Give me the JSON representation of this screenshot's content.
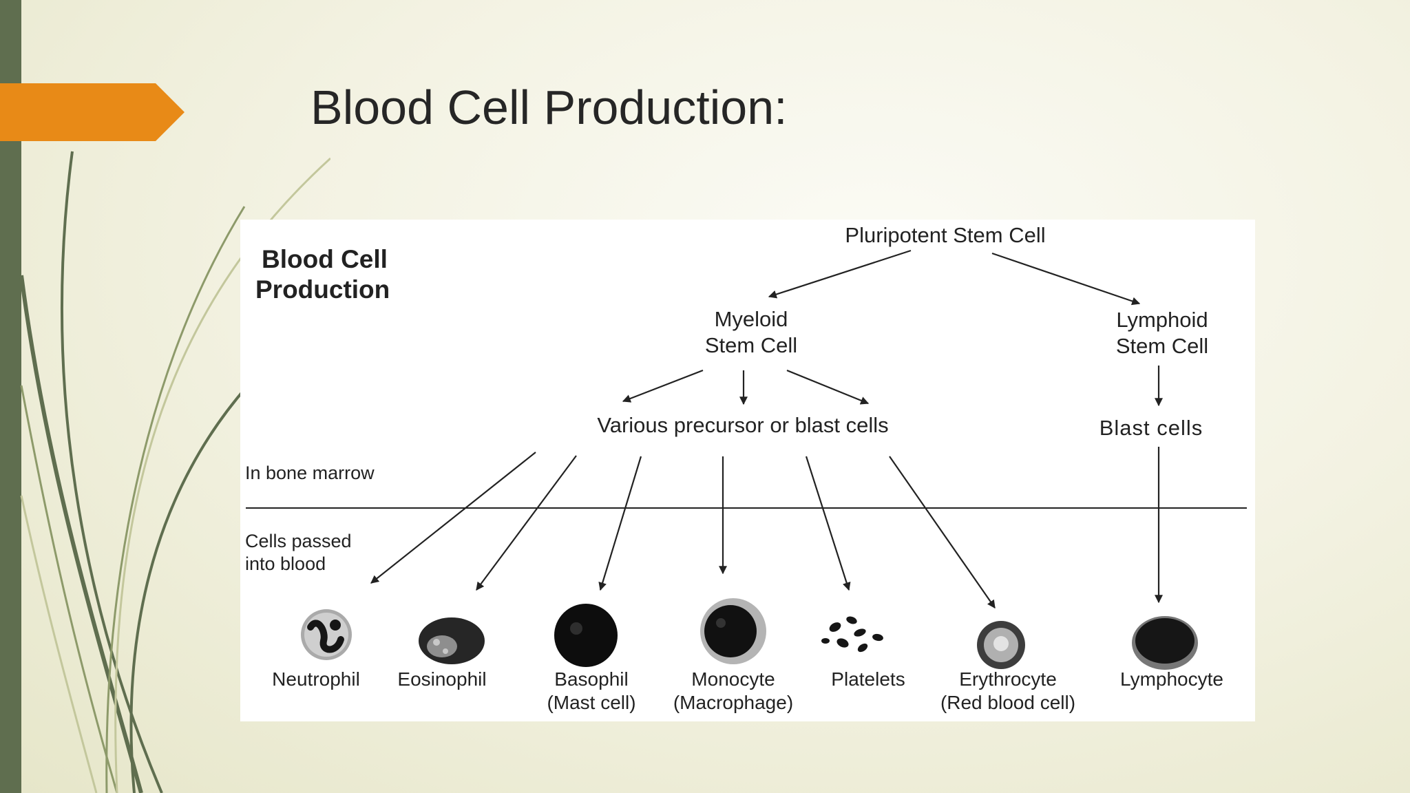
{
  "slide": {
    "title": "Blood Cell Production:"
  },
  "theme": {
    "sidebar_color": "#5f6e4f",
    "accent_arrow_color": "#e88a17",
    "stroke_colors": [
      "#5f6e4f",
      "#8d9a6a",
      "#c3c79c"
    ]
  },
  "diagram": {
    "heading_line1": "Blood Cell",
    "heading_line2": "Production",
    "root": "Pluripotent Stem Cell",
    "myeloid_line1": "Myeloid",
    "myeloid_line2": "Stem Cell",
    "lymphoid_line1": "Lymphoid",
    "lymphoid_line2": "Stem Cell",
    "myeloid_precursors": "Various precursor or blast cells",
    "lymphoid_precursors": "Blast cells",
    "zone_top": "In bone marrow",
    "zone_bottom_line1": "Cells passed",
    "zone_bottom_line2": "into blood",
    "cells": [
      {
        "name": "Neutrophil",
        "sub": ""
      },
      {
        "name": "Eosinophil",
        "sub": ""
      },
      {
        "name": "Basophil",
        "sub": "(Mast cell)"
      },
      {
        "name": "Monocyte",
        "sub": "(Macrophage)"
      },
      {
        "name": "Platelets",
        "sub": ""
      },
      {
        "name": "Erythrocyte",
        "sub": "(Red blood cell)"
      },
      {
        "name": "Lymphocyte",
        "sub": ""
      }
    ]
  }
}
